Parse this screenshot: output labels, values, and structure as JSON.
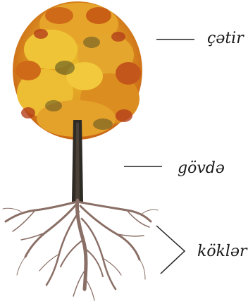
{
  "labels": {
    "crown": "çətir",
    "trunk": "gövdə",
    "roots": "köklər"
  }
}
